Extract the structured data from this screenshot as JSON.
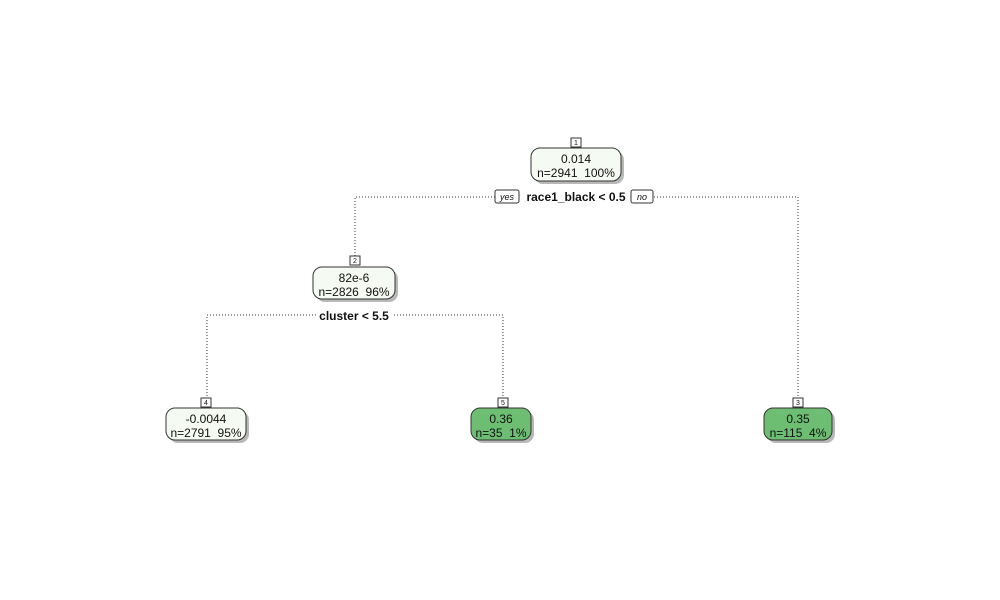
{
  "tree": {
    "branch_labels": {
      "yes": "yes",
      "no": "no"
    },
    "colors": {
      "low_fill": "#f5faf2",
      "high_fill": "#6dbe72",
      "edge": "#333333"
    },
    "nodes": [
      {
        "id": "1",
        "value": "0.014",
        "stats": "n=2941  100%",
        "split": "race1_black < 0.5",
        "fill_level": "low"
      },
      {
        "id": "2",
        "value": "82e-6",
        "stats": "n=2826  96%",
        "split": "cluster < 5.5",
        "fill_level": "low"
      },
      {
        "id": "4",
        "value": "-0.0044",
        "stats": "n=2791  95%",
        "fill_level": "low"
      },
      {
        "id": "5",
        "value": "0.36",
        "stats": "n=35  1%",
        "fill_level": "high"
      },
      {
        "id": "3",
        "value": "0.35",
        "stats": "n=115  4%",
        "fill_level": "high"
      }
    ]
  }
}
